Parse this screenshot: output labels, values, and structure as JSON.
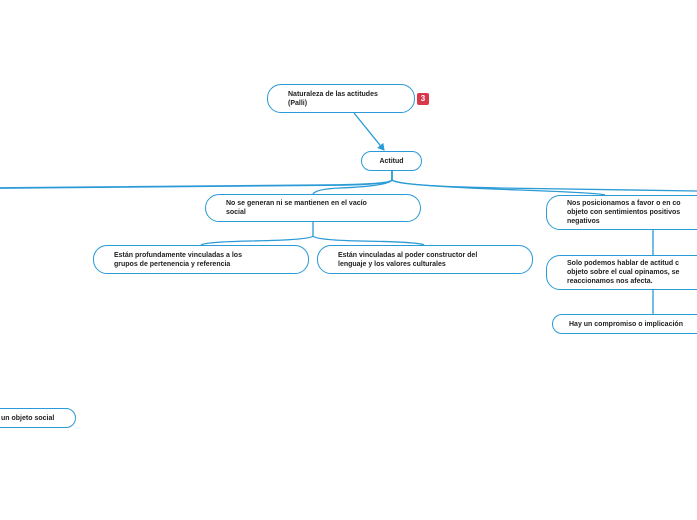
{
  "map": {
    "root": {
      "text": "Naturaleza de las actitudes\n(Palli)"
    },
    "badge_icon": "number-3-badge-icon",
    "actitud": {
      "text": "Actitud"
    },
    "social_vacuum": {
      "text": "No se generan ni se mantienen en el vacío\nsocial"
    },
    "belonging": {
      "text": "Están profundamente vinculadas a los\ngrupos de pertenencia y referencia"
    },
    "language": {
      "text": "Están vinculadas al poder constructor del\nlenguaje y los valores culturales"
    },
    "position": {
      "text": "Nos posicionamos a favor o en co\nobjeto con sentimientos positivos\nnegativos"
    },
    "opinion": {
      "text": "Solo podemos hablar de actitud c\nobjeto sobre el cual opinamos, se\nreaccionamos nos afecta."
    },
    "commitment": {
      "text": "Hay un compromiso o implicación"
    },
    "social_object": {
      "text": "un objeto social"
    }
  },
  "colors": {
    "line": "#2a9bd6",
    "badge": "#d9384a"
  }
}
